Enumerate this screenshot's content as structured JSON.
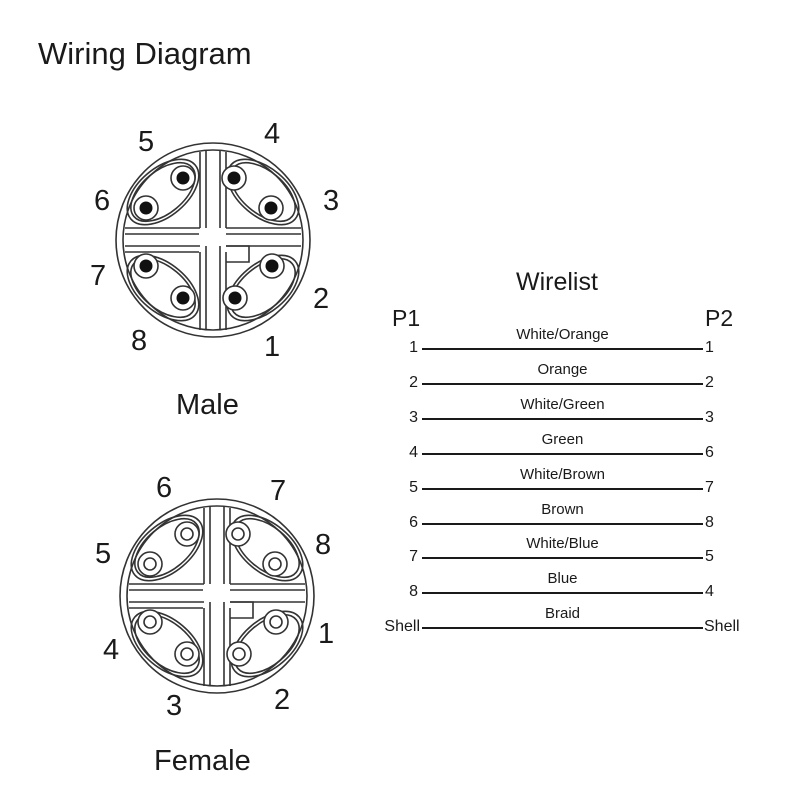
{
  "title": "Wiring Diagram",
  "connectors": {
    "male": {
      "label": "Male",
      "pin_labels": {
        "p1": "1",
        "p2": "2",
        "p3": "3",
        "p4": "4",
        "p5": "5",
        "p6": "6",
        "p7": "7",
        "p8": "8"
      },
      "contact_style": "solid-pin"
    },
    "female": {
      "label": "Female",
      "pin_labels": {
        "p1": "1",
        "p2": "2",
        "p3": "3",
        "p4": "4",
        "p5": "5",
        "p6": "6",
        "p7": "7",
        "p8": "8"
      },
      "contact_style": "hollow-socket"
    }
  },
  "wirelist": {
    "title": "Wirelist",
    "p1_header": "P1",
    "p2_header": "P2",
    "rows": [
      {
        "p1": "1",
        "color": "White/Orange",
        "p2": "1"
      },
      {
        "p1": "2",
        "color": "Orange",
        "p2": "2"
      },
      {
        "p1": "3",
        "color": "White/Green",
        "p2": "3"
      },
      {
        "p1": "4",
        "color": "Green",
        "p2": "6"
      },
      {
        "p1": "5",
        "color": "White/Brown",
        "p2": "7"
      },
      {
        "p1": "6",
        "color": "Brown",
        "p2": "8"
      },
      {
        "p1": "7",
        "color": "White/Blue",
        "p2": "5"
      },
      {
        "p1": "8",
        "color": "Blue",
        "p2": "4"
      },
      {
        "p1": "Shell",
        "color": "Braid",
        "p2": "Shell"
      }
    ]
  }
}
